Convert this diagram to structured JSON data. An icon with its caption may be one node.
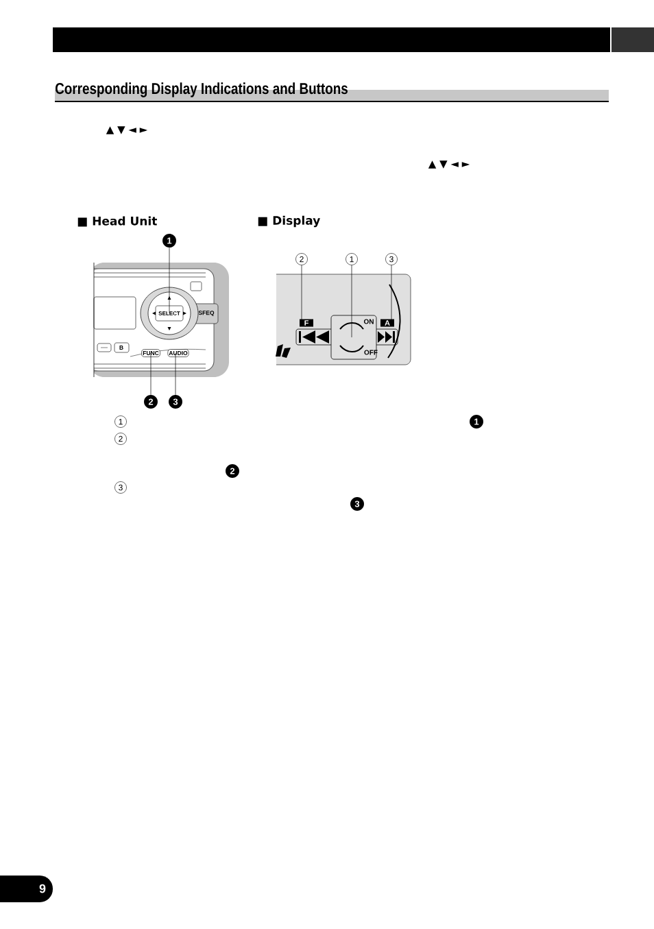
{
  "diagram": {
    "title": "Corresponding Display Indications and Buttons",
    "nodes": [
      {
        "text": [
          "1"
        ]
      },
      {
        "text": [
          "SELECT"
        ]
      },
      {
        "text": [
          "FUNC"
        ]
      },
      {
        "text": [
          "AUDIO"
        ]
      },
      {
        "text": [
          "2"
        ]
      },
      {
        "text": [
          "3"
        ]
      },
      {
        "text": [
          "2"
        ]
      },
      {
        "text": [
          "F"
        ]
      },
      {
        "text": [
          "1"
        ]
      },
      {
        "text": [
          "ON",
          "OFF"
        ]
      },
      {
        "text": [
          "3"
        ]
      },
      {
        "text": [
          "A"
        ]
      },
      {
        "text": [
          "1"
        ]
      },
      {
        "text": [
          "1"
        ]
      },
      {
        "text": [
          "2"
        ]
      },
      {
        "text": [
          "2"
        ]
      },
      {
        "text": [
          "3"
        ]
      },
      {
        "text": [
          "3"
        ]
      }
    ],
    "edges": [
      {
        "from": 0,
        "to": 1,
        "arrow": "none"
      },
      {
        "from": 4,
        "to": 2,
        "arrow": "none"
      },
      {
        "from": 5,
        "to": 3,
        "arrow": "none"
      },
      {
        "from": 6,
        "to": 7,
        "arrow": "none"
      },
      {
        "from": 8,
        "to": 9,
        "arrow": "none"
      },
      {
        "from": 10,
        "to": 11,
        "arrow": "none"
      }
    ],
    "labels": [
      "▲ ▼ ◄ ►",
      "▲ ▼ ◄ ►",
      "■ Head Unit",
      "■ Display",
      "SFEQ",
      "B",
      "9"
    ]
  }
}
